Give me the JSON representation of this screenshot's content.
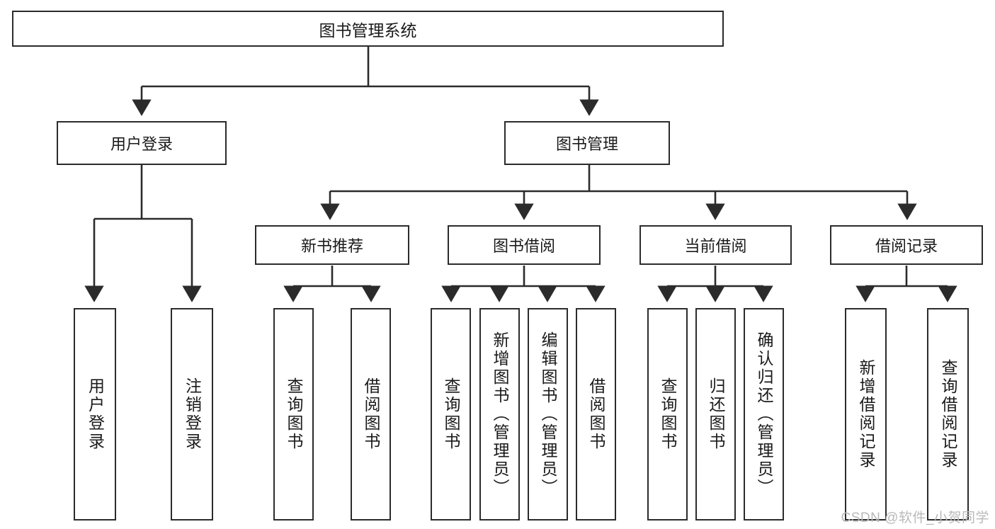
{
  "diagram": {
    "type": "tree-hierarchy",
    "title": "图书管理系统",
    "levels": {
      "root": {
        "label": "图书管理系统"
      },
      "level2": [
        {
          "id": "user-login",
          "label": "用户登录"
        },
        {
          "id": "book-manage",
          "label": "图书管理"
        }
      ],
      "level3": [
        {
          "id": "new-book-recommend",
          "label": "新书推荐",
          "parent": "book-manage"
        },
        {
          "id": "book-borrow",
          "label": "图书借阅",
          "parent": "book-manage"
        },
        {
          "id": "current-borrow",
          "label": "当前借阅",
          "parent": "book-manage"
        },
        {
          "id": "borrow-record",
          "label": "借阅记录",
          "parent": "book-manage"
        }
      ],
      "leaves": [
        {
          "id": "leaf-user-login",
          "label": "用户登录",
          "parent": "user-login"
        },
        {
          "id": "leaf-logout-login",
          "label": "注销登录",
          "parent": "user-login"
        },
        {
          "id": "leaf-query-book-1",
          "label": "查询图书",
          "parent": "new-book-recommend"
        },
        {
          "id": "leaf-borrow-book-1",
          "label": "借阅图书",
          "parent": "new-book-recommend"
        },
        {
          "id": "leaf-query-book-2",
          "label": "查询图书",
          "parent": "book-borrow"
        },
        {
          "id": "leaf-add-book-admin",
          "label": "新增图书（管理员）",
          "parent": "book-borrow"
        },
        {
          "id": "leaf-edit-book-admin",
          "label": "编辑图书（管理员）",
          "parent": "book-borrow"
        },
        {
          "id": "leaf-borrow-book-2",
          "label": "借阅图书",
          "parent": "book-borrow"
        },
        {
          "id": "leaf-query-book-3",
          "label": "查询图书",
          "parent": "current-borrow"
        },
        {
          "id": "leaf-return-book",
          "label": "归还图书",
          "parent": "current-borrow"
        },
        {
          "id": "leaf-confirm-return-admin",
          "label": "确认归还（管理员）",
          "parent": "current-borrow"
        },
        {
          "id": "leaf-add-borrow-record",
          "label": "新增借阅记录",
          "parent": "borrow-record"
        },
        {
          "id": "leaf-query-borrow-record",
          "label": "查询借阅记录",
          "parent": "borrow-record"
        }
      ]
    },
    "colors": {
      "stroke": "#2b2b2b",
      "fill": "#ffffff",
      "text": "#1a1a1a",
      "watermark": "#b9b9b9"
    }
  },
  "watermark": {
    "text": "CSDN @软件_小贺同学"
  }
}
